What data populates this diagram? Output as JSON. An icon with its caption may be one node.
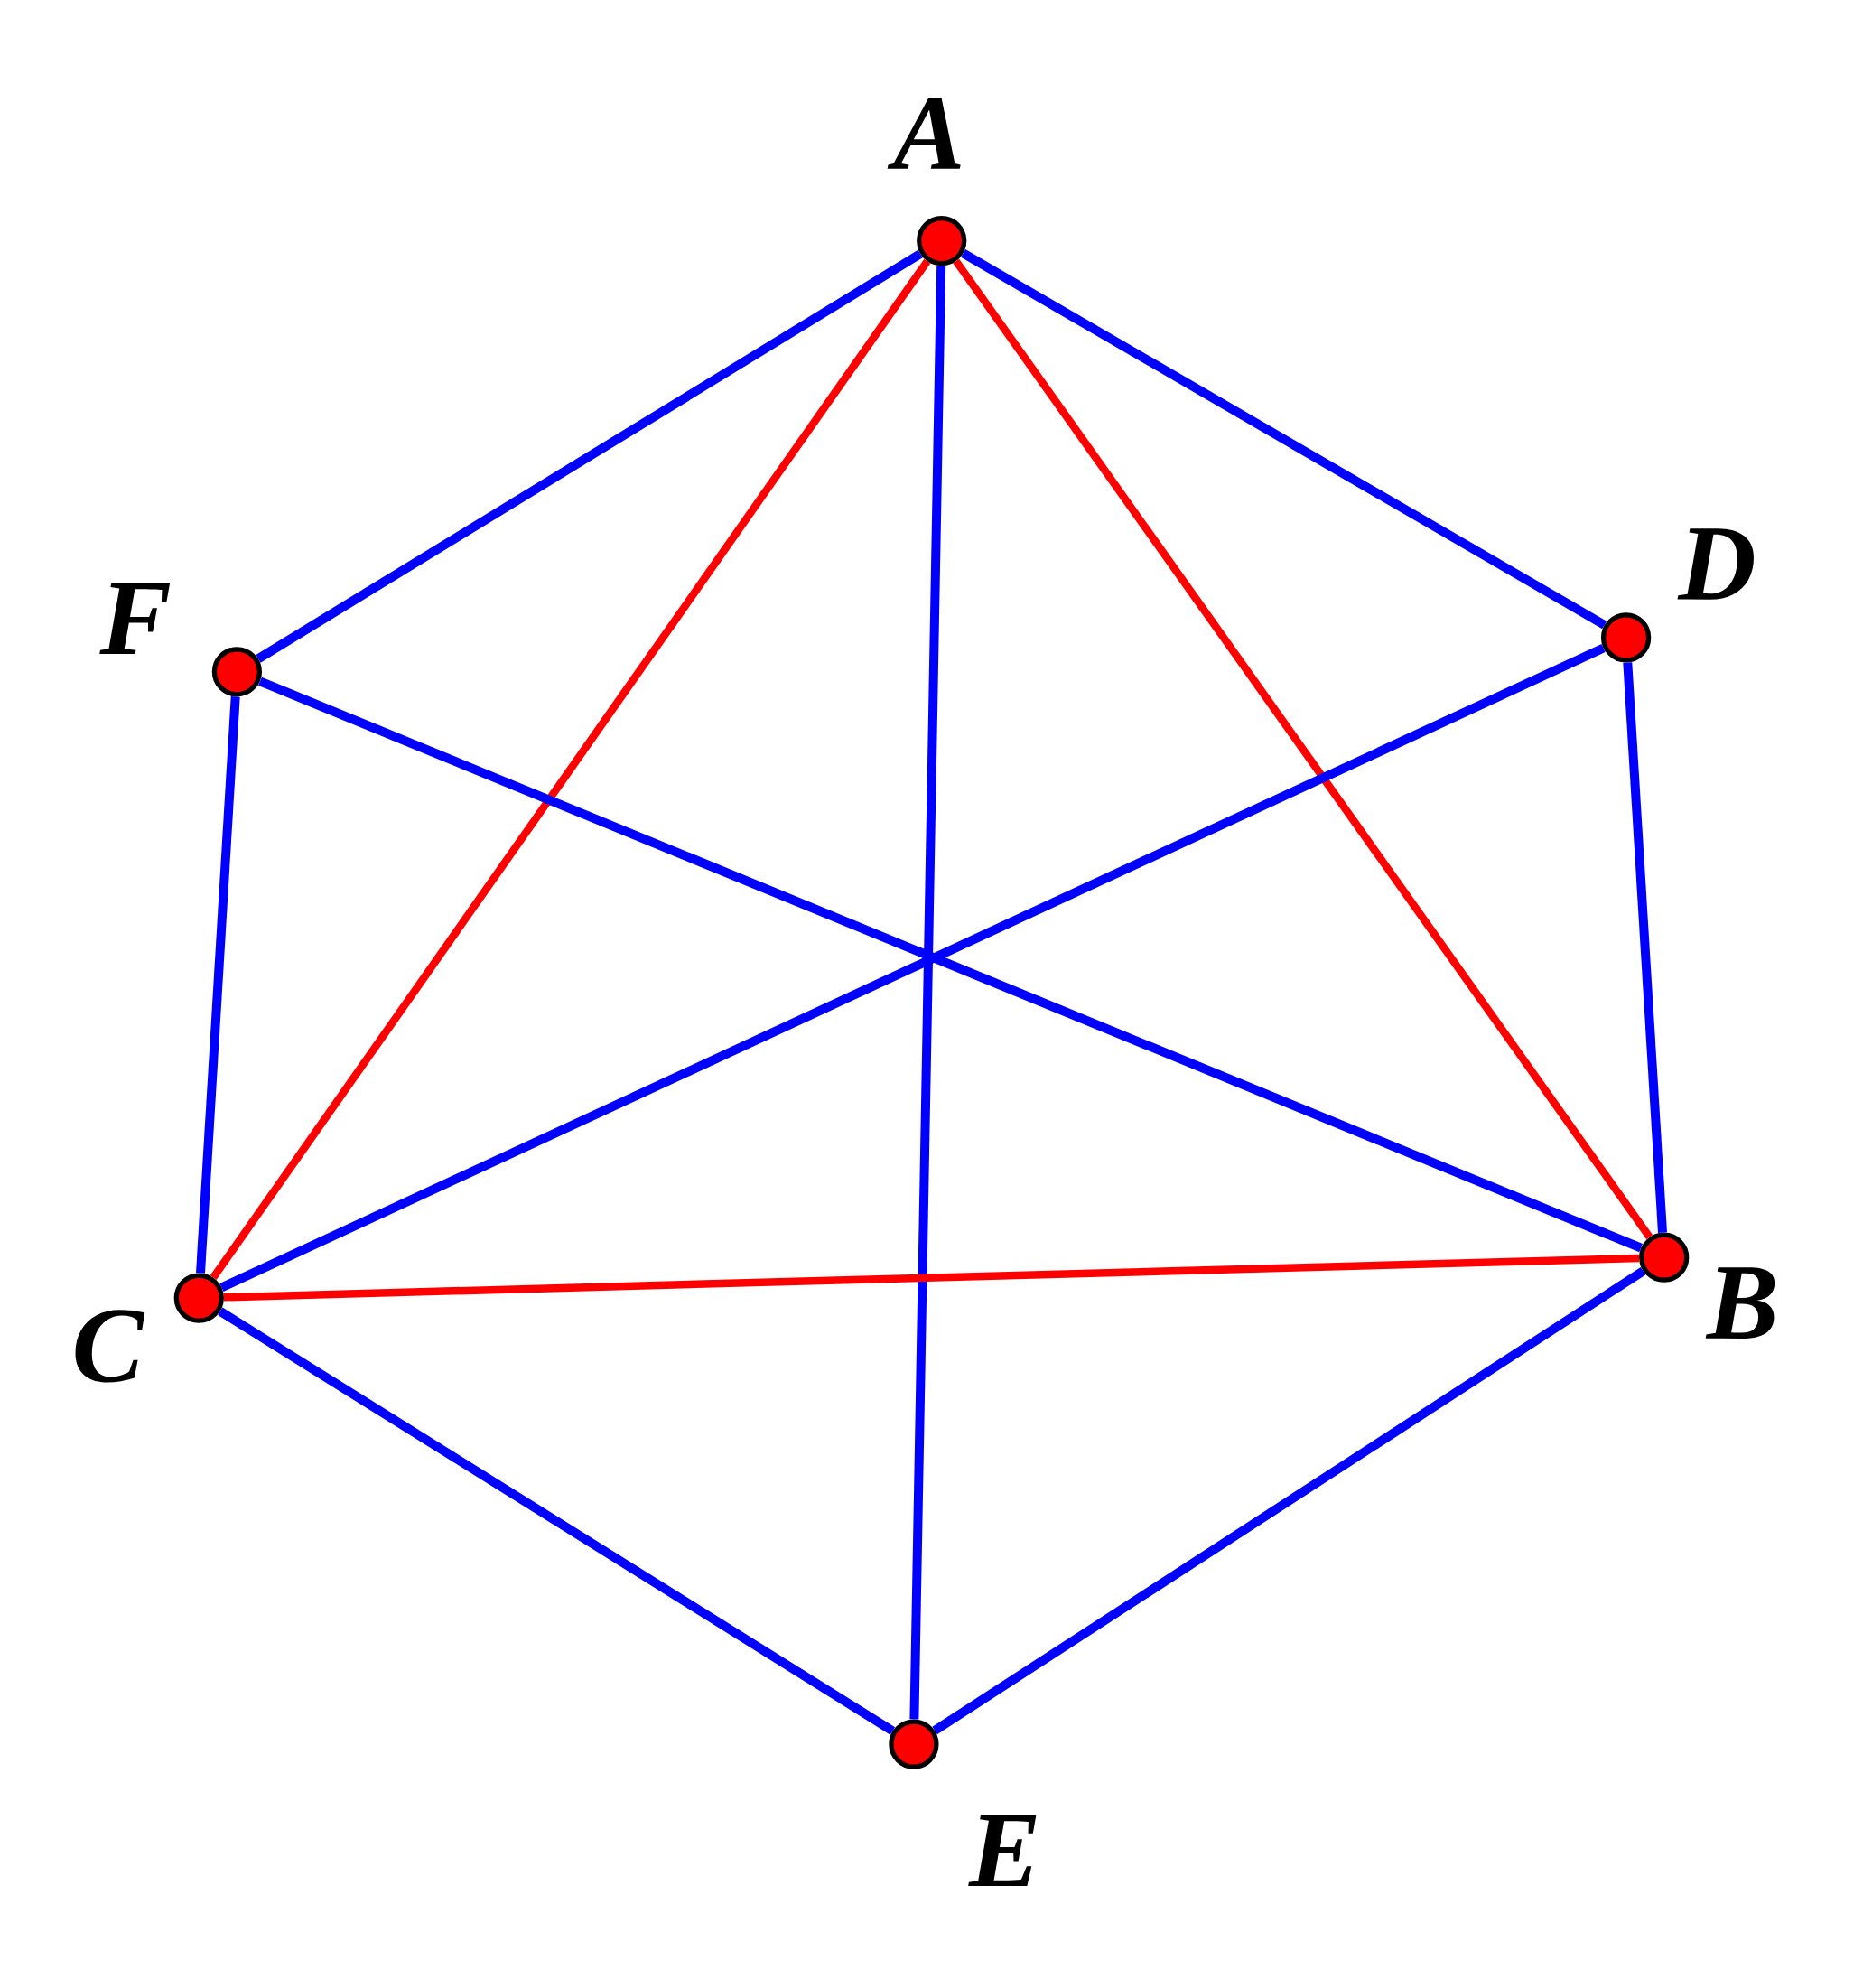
{
  "diagram": {
    "nodes": [
      {
        "text": [
          "A"
        ]
      },
      {
        "text": [
          "B"
        ]
      },
      {
        "text": [
          "C"
        ]
      },
      {
        "text": [
          "D"
        ]
      },
      {
        "text": [
          "E"
        ]
      },
      {
        "text": [
          "F"
        ]
      }
    ],
    "edges": [
      {
        "from": 0,
        "to": 5,
        "arrow": "none"
      },
      {
        "from": 0,
        "to": 3,
        "arrow": "none"
      },
      {
        "from": 0,
        "to": 4,
        "arrow": "none"
      },
      {
        "from": 0,
        "to": 2,
        "arrow": "none",
        "color": "#ff0000"
      },
      {
        "from": 0,
        "to": 1,
        "arrow": "none",
        "color": "#ff0000"
      },
      {
        "from": 5,
        "to": 2,
        "arrow": "none"
      },
      {
        "from": 5,
        "to": 1,
        "arrow": "none"
      },
      {
        "from": 3,
        "to": 1,
        "arrow": "none"
      },
      {
        "from": 3,
        "to": 2,
        "arrow": "none"
      },
      {
        "from": 2,
        "to": 1,
        "arrow": "none",
        "color": "#ff0000"
      },
      {
        "from": 2,
        "to": 4,
        "arrow": "none"
      },
      {
        "from": 4,
        "to": 1,
        "arrow": "none"
      }
    ]
  }
}
